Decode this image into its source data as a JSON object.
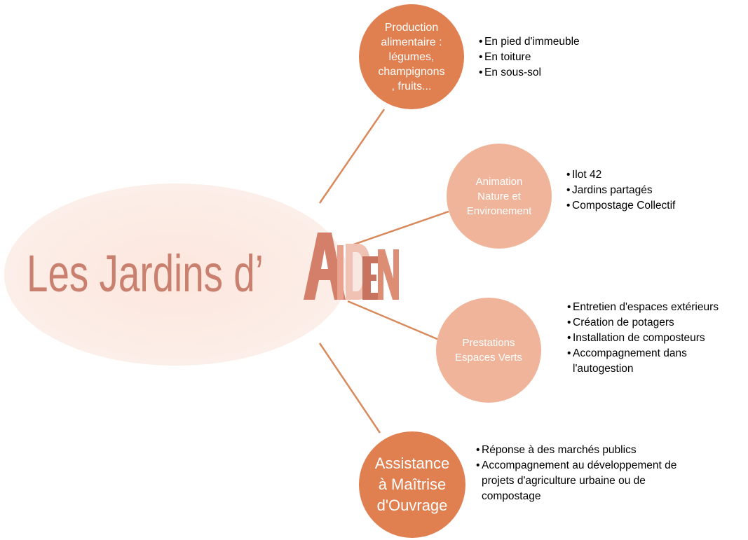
{
  "center": {
    "logo_text": "Les Jardins d’",
    "logo_mark": "AIDEN"
  },
  "branches": [
    {
      "label": "Production\nalimentaire :\nlégumes,\nchampignons\n, fruits...",
      "items": [
        "En pied d'immeuble",
        "En toiture",
        "En sous-sol"
      ]
    },
    {
      "label": "Animation\nNature et\nEnvironement",
      "items": [
        "Ilot 42",
        "Jardins partagés",
        "Compostage Collectif"
      ]
    },
    {
      "label": "Prestations\nEspaces Verts",
      "items": [
        "Entretien d'espaces extérieurs",
        "Création de potagers",
        "Installation de composteurs",
        "Accompagnement dans l'autogestion"
      ]
    },
    {
      "label": "Assistance\nà Maîtrise\nd'Ouvrage",
      "items": [
        "Réponse à des marchés publics",
        "Accompagnement au développement de projets d'agriculture urbaine ou de compostage"
      ]
    }
  ],
  "colors": {
    "strong": "#e07f4f",
    "light": "#f0b49a",
    "connector": "#d98a5c",
    "ellipse": "#fceee8",
    "logo": "#c9806f"
  }
}
